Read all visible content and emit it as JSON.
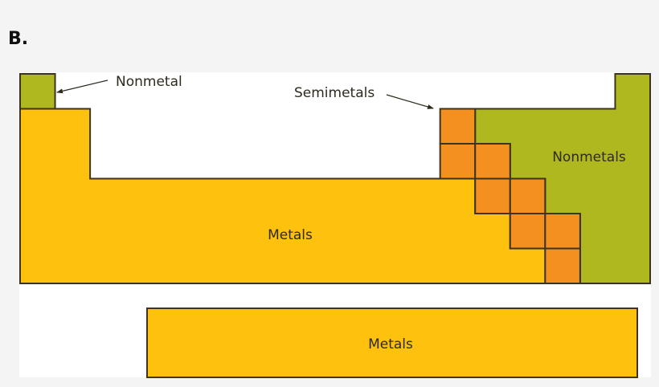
{
  "panel_label": "B.",
  "colors": {
    "background": "#f4f4f4",
    "panel": "#ffffff",
    "metal": "#fdc10e",
    "nonmetal": "#b0b820",
    "semimetal": "#f39020",
    "border": "#3d3420",
    "text": "#2e2a1c"
  },
  "table": {
    "columns": 18,
    "rows": 6,
    "semimetal_cells": [
      {
        "row": 2,
        "col": 13
      },
      {
        "row": 3,
        "col": 13
      },
      {
        "row": 3,
        "col": 14
      },
      {
        "row": 4,
        "col": 14
      },
      {
        "row": 4,
        "col": 15
      },
      {
        "row": 5,
        "col": 15
      },
      {
        "row": 5,
        "col": 16
      },
      {
        "row": 6,
        "col": 16
      }
    ]
  },
  "labels": {
    "nonmetal_single": "Nonmetal",
    "semimetals": "Semimetals",
    "nonmetals": "Nonmetals",
    "metals_main": "Metals",
    "metals_lower": "Metals"
  }
}
